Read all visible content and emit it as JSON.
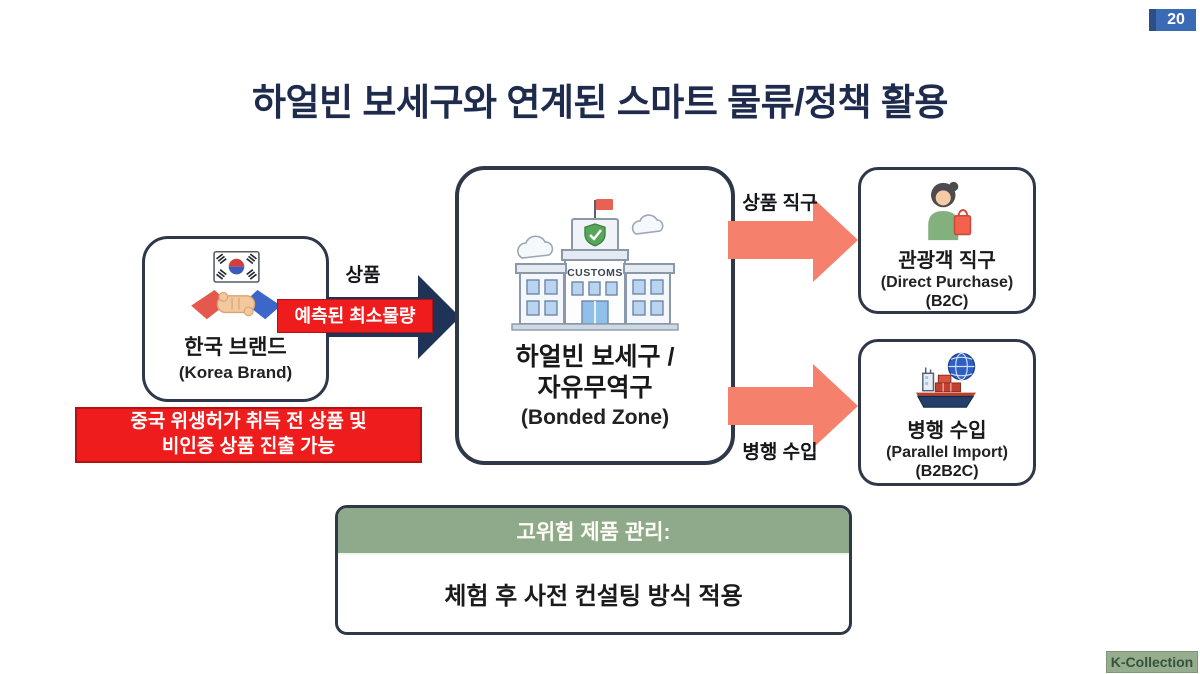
{
  "slide": {
    "page_number": "20",
    "watermark": "K-Collection",
    "title": "하얼빈 보세구와 연계된 스마트 물류/정책 활용"
  },
  "nodes": {
    "korea_brand": {
      "name_ko": "한국 브랜드",
      "name_en": "(Korea Brand)",
      "icon": "korea-flag-handshake-icon"
    },
    "bonded_zone": {
      "name_ko_line1": "하얼빈 보세구 /",
      "name_ko_line2": "자유무역구",
      "name_en": "(Bonded Zone)",
      "icon": "customs-building-icon",
      "building_sign": "CUSTOMS"
    },
    "tourist_direct": {
      "name_ko": "관광객 직구",
      "name_en": "(Direct Purchase)",
      "model": "(B2C)",
      "icon": "tourist-shopper-icon"
    },
    "parallel_import": {
      "name_ko": "병행 수입",
      "name_en": "(Parallel Import)",
      "model": "(B2B2C)",
      "icon": "cargo-ship-globe-icon"
    }
  },
  "arrows": {
    "goods": {
      "label": "상품",
      "tag": "예측된 최소물량"
    },
    "direct": {
      "label": "상품 직구"
    },
    "parallel": {
      "label": "병행 수입"
    }
  },
  "warning_box": {
    "line1": "중국 위생허가 취득 전 상품 및",
    "line2": "비인증 상품 진출 가능"
  },
  "management_panel": {
    "header": "고위험 제품 관리:",
    "body": "체험 후 사전 컨설팅 방식 적용"
  },
  "colors": {
    "title_navy": "#1f2b4d",
    "box_border": "#2e3849",
    "alert_red": "#ee1c1c",
    "arrow_navy": "#1e3356",
    "arrow_coral": "#f5806c",
    "sage_green": "#8fa98b",
    "badge_blue": "#3a6bb4"
  }
}
